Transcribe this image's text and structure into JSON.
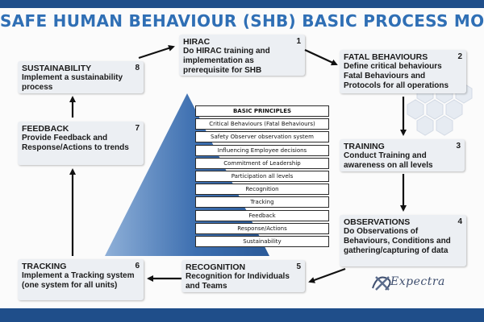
{
  "title": "SAFE HUMAN BEHAVIOUR (SHB) BASIC PROCESS MODEL",
  "steps": {
    "hirac": {
      "head": "HIRAC",
      "num": "1",
      "body": "Do HIRAC training and implementation as prerequisite for SHB"
    },
    "fatal": {
      "head": "FATAL BEHAVIOURS",
      "num": "2",
      "body": "Define critical behaviours Fatal Behaviours and Protocols for all operations"
    },
    "training": {
      "head": "TRAINING",
      "num": "3",
      "body": "Conduct Training and awareness on all levels"
    },
    "observations": {
      "head": "OBSERVATIONS",
      "num": "4",
      "body": "Do Observations of Behaviours, Conditions and gathering/capturing of data"
    },
    "recognition": {
      "head": "RECOGNITION",
      "num": "5",
      "body": "Recognition for Individuals and Teams"
    },
    "tracking": {
      "head": "TRACKING",
      "num": "6",
      "body": "Implement a Tracking system (one system for all units)"
    },
    "feedback": {
      "head": "FEEDBACK",
      "num": "7",
      "body": "Provide Feedback and Response/Actions to trends"
    },
    "sustainability": {
      "head": "SUSTAINABILITY",
      "num": "8",
      "body": "Implement a sustainability process"
    }
  },
  "principles": {
    "header": "BASIC PRINCIPLES",
    "items": [
      "Critical Behaviours (Fatal Behaviours)",
      "Safety Observer observation system",
      "Influencing Employee decisions",
      "Commitment of Leadership",
      "Participation all levels",
      "Recognition",
      "Tracking",
      "Feedback",
      "Response/Actions",
      "Sustainability"
    ]
  },
  "logo": {
    "name": "Expectra"
  },
  "colors": {
    "title": "#2f6fb5",
    "bar": "#1f4e8a",
    "pyramid": "#3d6fb0",
    "box": "#eceff3",
    "arrow": "#111111"
  }
}
